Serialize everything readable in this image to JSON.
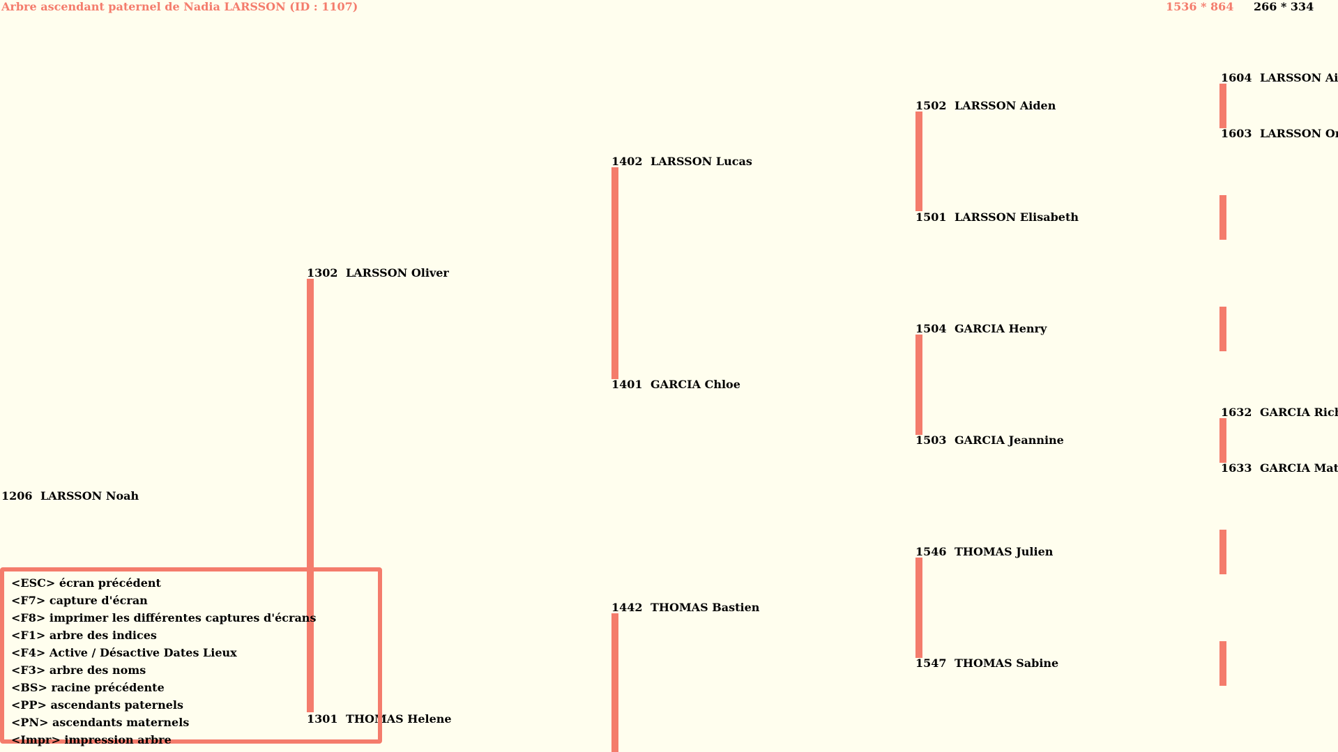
{
  "header": {
    "title": "Arbre ascendant paternel de Nadia LARSSON (ID : 1107)",
    "resolution_screen": "1536 * 864",
    "resolution_tree": "266 * 334"
  },
  "people": [
    {
      "id": "1206",
      "name": "LARSSON Noah"
    },
    {
      "id": "1302",
      "name": "LARSSON Oliver"
    },
    {
      "id": "1301",
      "name": "THOMAS Helene"
    },
    {
      "id": "1402",
      "name": "LARSSON Lucas"
    },
    {
      "id": "1401",
      "name": "GARCIA Chloe"
    },
    {
      "id": "1442",
      "name": "THOMAS Bastien"
    },
    {
      "id": "1502",
      "name": "LARSSON Aiden"
    },
    {
      "id": "1501",
      "name": "LARSSON Elisabeth"
    },
    {
      "id": "1504",
      "name": "GARCIA Henry"
    },
    {
      "id": "1503",
      "name": "GARCIA Jeannine"
    },
    {
      "id": "1546",
      "name": "THOMAS Julien"
    },
    {
      "id": "1547",
      "name": "THOMAS Sabine"
    },
    {
      "id": "1604",
      "name": "LARSSON Aiz"
    },
    {
      "id": "1603",
      "name": "LARSSON Ori"
    },
    {
      "id": "1632",
      "name": "GARCIA Rich"
    },
    {
      "id": "1633",
      "name": "GARCIA Math"
    }
  ],
  "help": [
    "<ESC> écran précédent",
    "<F7> capture d'écran",
    "<F8> imprimer les différentes captures d'écrans",
    "<F1> arbre des indices",
    "<F4> Active / Désactive Dates Lieux",
    "<F3> arbre des noms",
    "<BS> racine précédente",
    "<PP> ascendants paternels",
    "<PN> ascendants maternels",
    "<Impr> impression arbre"
  ],
  "colors": {
    "background": "#fffeee",
    "accent": "#f47c6c",
    "text": "#000000"
  }
}
